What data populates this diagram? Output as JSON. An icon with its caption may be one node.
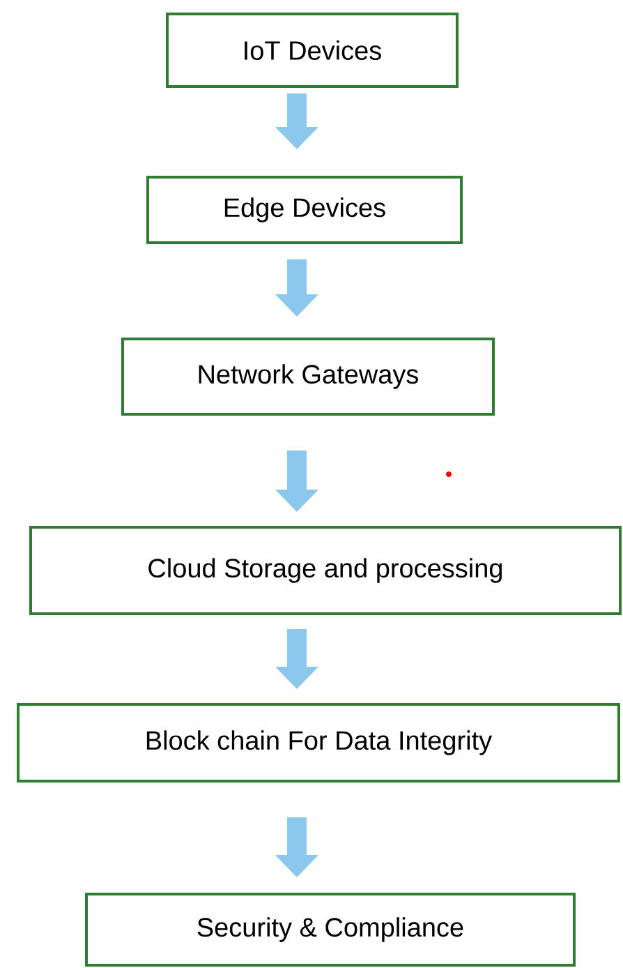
{
  "diagram": {
    "nodes": [
      {
        "text": [
          "IoT Devices"
        ]
      },
      {
        "text": [
          "Edge Devices"
        ]
      },
      {
        "text": [
          "Network Gateways"
        ]
      },
      {
        "text": [
          "Cloud Storage and processing"
        ]
      },
      {
        "text": [
          "Block chain For Data Integrity"
        ]
      },
      {
        "text": [
          "Security & Compliance"
        ]
      }
    ],
    "edges": [
      {
        "from": 0,
        "to": 1,
        "arrow": "to"
      },
      {
        "from": 1,
        "to": 2,
        "arrow": "to"
      },
      {
        "from": 2,
        "to": 3,
        "arrow": "to"
      },
      {
        "from": 3,
        "to": 4,
        "arrow": "to"
      },
      {
        "from": 4,
        "to": 5,
        "arrow": "to"
      }
    ]
  }
}
